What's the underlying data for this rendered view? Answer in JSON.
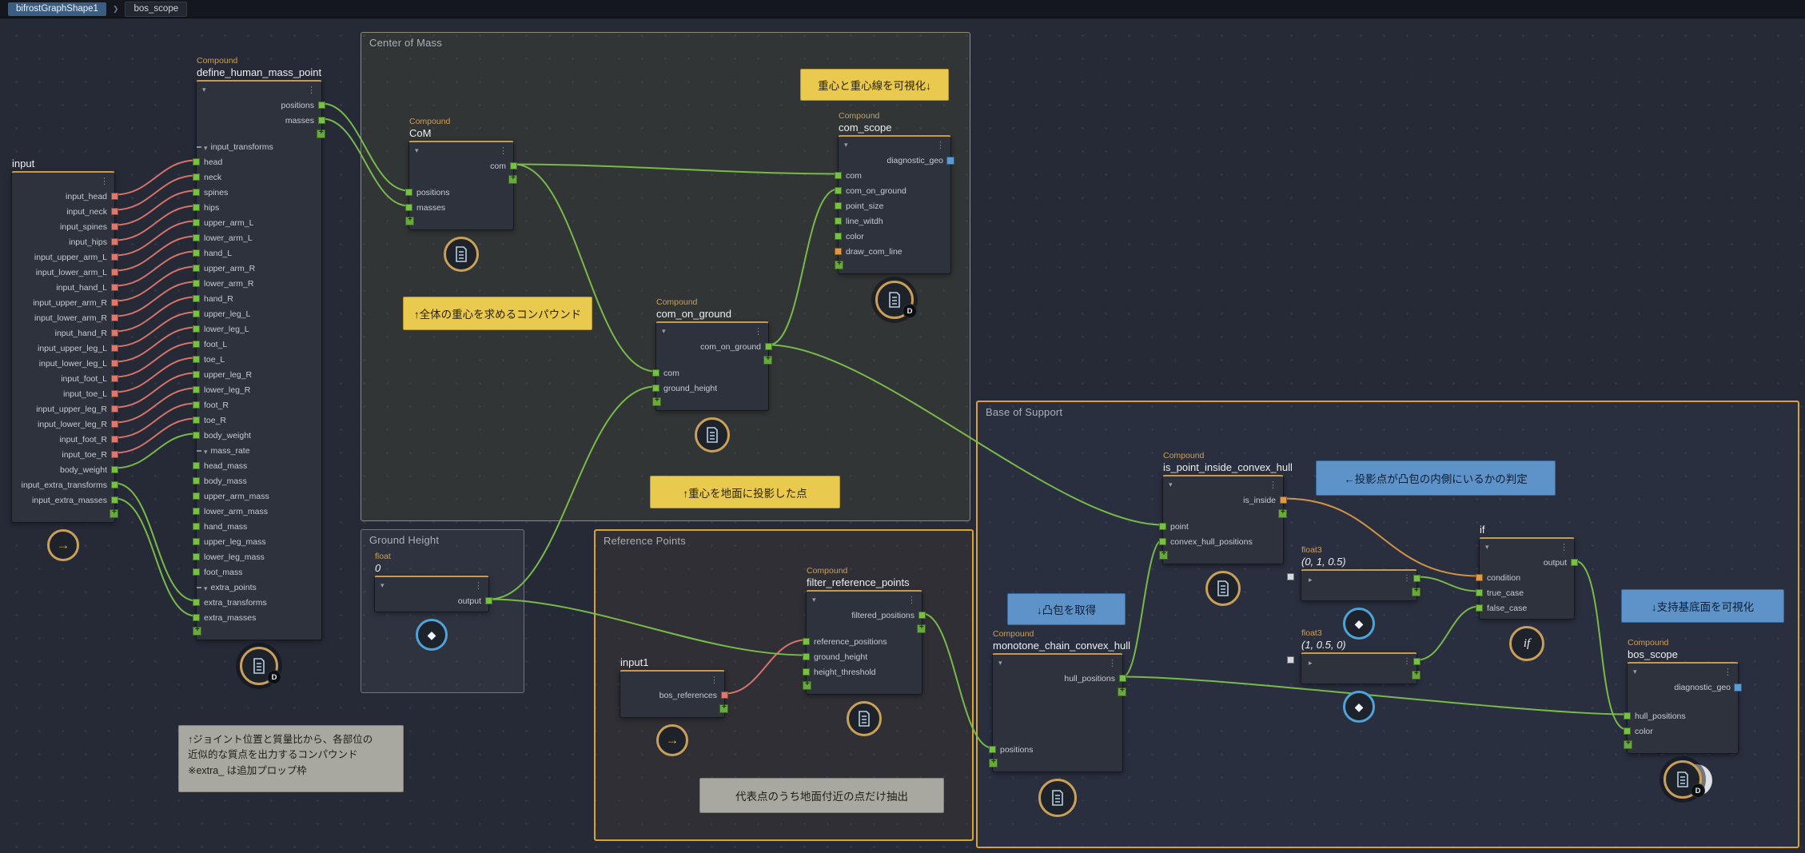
{
  "palette": {
    "background": "#262a37",
    "accent_gold": "#c9a05a",
    "wire_green": "#7cc24a",
    "wire_salmon": "#e0776b",
    "wire_orange": "#de9a44",
    "port_blue": "#5b9bd5",
    "group_border_yellow": "#d9a42a",
    "annotation_yellow": "#e9c94e",
    "annotation_blue": "#5e93c9",
    "annotation_gray": "#a8a8a1"
  },
  "breadcrumb": {
    "root": "bifrostGraphShape1",
    "separator": "❯",
    "current": "bos_scope"
  },
  "icons": {
    "kebab": "⋮",
    "caret_down": "▾",
    "caret_right": "▸",
    "input_arrow": "→",
    "diamond": "◆",
    "if_label": "if",
    "d_badge": "D",
    "plus": "+"
  },
  "groups": {
    "center_of_mass": {
      "title": "Center of Mass"
    },
    "ground_height": {
      "title": "Ground Height"
    },
    "reference_points": {
      "title": "Reference Points"
    },
    "base_of_support": {
      "title": "Base of Support"
    }
  },
  "annotations": {
    "visualize_com": {
      "text": "重心と重心線を可視化↓"
    },
    "com_compound": {
      "text": "↑全体の重心を求めるコンパウンド"
    },
    "com_projected": {
      "text": "↑重心を地面に投影した点"
    },
    "filter_note": {
      "text": "代表点のうち地面付近の点だけ抽出"
    },
    "inside_check": {
      "text": "←投影点が凸包の内側にいるかの判定"
    },
    "convex_hull": {
      "text": "↓凸包を取得"
    },
    "visualize_bos": {
      "text": "↓支持基底面を可視化"
    },
    "mass_note": {
      "lines": [
        "↑ジョイント位置と質量比から、各部位の",
        "近似的な質点を出力するコンパウンド",
        "※extra_ は追加プロップ枠"
      ]
    }
  },
  "nodes": {
    "input": {
      "name": "input",
      "ports": [
        {
          "label": "input_head",
          "kind": "out",
          "color": "salmon"
        },
        {
          "label": "input_neck",
          "kind": "out",
          "color": "salmon"
        },
        {
          "label": "input_spines",
          "kind": "out",
          "color": "salmon"
        },
        {
          "label": "input_hips",
          "kind": "out",
          "color": "salmon"
        },
        {
          "label": "input_upper_arm_L",
          "kind": "out",
          "color": "salmon"
        },
        {
          "label": "input_lower_arm_L",
          "kind": "out",
          "color": "salmon"
        },
        {
          "label": "input_hand_L",
          "kind": "out",
          "color": "salmon"
        },
        {
          "label": "input_upper_arm_R",
          "kind": "out",
          "color": "salmon"
        },
        {
          "label": "input_lower_arm_R",
          "kind": "out",
          "color": "salmon"
        },
        {
          "label": "input_hand_R",
          "kind": "out",
          "color": "salmon"
        },
        {
          "label": "input_upper_leg_L",
          "kind": "out",
          "color": "salmon"
        },
        {
          "label": "input_lower_leg_L",
          "kind": "out",
          "color": "salmon"
        },
        {
          "label": "input_foot_L",
          "kind": "out",
          "color": "salmon"
        },
        {
          "label": "input_toe_L",
          "kind": "out",
          "color": "salmon"
        },
        {
          "label": "input_upper_leg_R",
          "kind": "out",
          "color": "salmon"
        },
        {
          "label": "input_lower_leg_R",
          "kind": "out",
          "color": "salmon"
        },
        {
          "label": "input_foot_R",
          "kind": "out",
          "color": "salmon"
        },
        {
          "label": "input_toe_R",
          "kind": "out",
          "color": "salmon"
        },
        {
          "label": "body_weight",
          "kind": "out",
          "color": "green"
        },
        {
          "label": "input_extra_transforms",
          "kind": "out",
          "color": "green"
        },
        {
          "label": "input_extra_masses",
          "kind": "out",
          "color": "green"
        },
        {
          "label": "",
          "kind": "outplus",
          "color": "plus"
        }
      ]
    },
    "define": {
      "type": "Compound",
      "name": "define_human_mass_point",
      "ports": [
        {
          "label": "positions",
          "kind": "out",
          "color": "green"
        },
        {
          "label": "masses",
          "kind": "out",
          "color": "green"
        },
        {
          "label": "",
          "kind": "outplus",
          "color": "plus"
        },
        {
          "label": "input_transforms",
          "kind": "group",
          "color": "none"
        },
        {
          "label": "head",
          "kind": "in",
          "color": "green"
        },
        {
          "label": "neck",
          "kind": "in",
          "color": "green"
        },
        {
          "label": "spines",
          "kind": "in",
          "color": "green"
        },
        {
          "label": "hips",
          "kind": "in",
          "color": "green"
        },
        {
          "label": "upper_arm_L",
          "kind": "in",
          "color": "green"
        },
        {
          "label": "lower_arm_L",
          "kind": "in",
          "color": "green"
        },
        {
          "label": "hand_L",
          "kind": "in",
          "color": "green"
        },
        {
          "label": "upper_arm_R",
          "kind": "in",
          "color": "green"
        },
        {
          "label": "lower_arm_R",
          "kind": "in",
          "color": "green"
        },
        {
          "label": "hand_R",
          "kind": "in",
          "color": "green"
        },
        {
          "label": "upper_leg_L",
          "kind": "in",
          "color": "green"
        },
        {
          "label": "lower_leg_L",
          "kind": "in",
          "color": "green"
        },
        {
          "label": "foot_L",
          "kind": "in",
          "color": "green"
        },
        {
          "label": "toe_L",
          "kind": "in",
          "color": "green"
        },
        {
          "label": "upper_leg_R",
          "kind": "in",
          "color": "green"
        },
        {
          "label": "lower_leg_R",
          "kind": "in",
          "color": "green"
        },
        {
          "label": "foot_R",
          "kind": "in",
          "color": "green"
        },
        {
          "label": "toe_R",
          "kind": "in",
          "color": "green"
        },
        {
          "label": "body_weight",
          "kind": "in",
          "color": "green"
        },
        {
          "label": "mass_rate",
          "kind": "group",
          "color": "none"
        },
        {
          "label": "head_mass",
          "kind": "in",
          "color": "green"
        },
        {
          "label": "body_mass",
          "kind": "in",
          "color": "green"
        },
        {
          "label": "upper_arm_mass",
          "kind": "in",
          "color": "green"
        },
        {
          "label": "lower_arm_mass",
          "kind": "in",
          "color": "green"
        },
        {
          "label": "hand_mass",
          "kind": "in",
          "color": "green"
        },
        {
          "label": "upper_leg_mass",
          "kind": "in",
          "color": "green"
        },
        {
          "label": "lower_leg_mass",
          "kind": "in",
          "color": "green"
        },
        {
          "label": "foot_mass",
          "kind": "in",
          "color": "green"
        },
        {
          "label": "extra_points",
          "kind": "group",
          "color": "none"
        },
        {
          "label": "extra_transforms",
          "kind": "in",
          "color": "green"
        },
        {
          "label": "extra_masses",
          "kind": "in",
          "color": "green"
        },
        {
          "label": "",
          "kind": "inplus",
          "color": "plus"
        }
      ]
    },
    "com": {
      "type": "Compound",
      "name": "CoM",
      "ports": [
        {
          "label": "com",
          "kind": "out",
          "color": "green"
        },
        {
          "label": "",
          "kind": "outplus",
          "color": "plus"
        },
        {
          "label": "positions",
          "kind": "in",
          "color": "green"
        },
        {
          "label": "masses",
          "kind": "in",
          "color": "green"
        },
        {
          "label": "",
          "kind": "inplus",
          "color": "plus"
        }
      ]
    },
    "com_scope": {
      "type": "Compound",
      "name": "com_scope",
      "ports": [
        {
          "label": "diagnostic_geo",
          "kind": "out",
          "color": "bluefloat"
        },
        {
          "label": "com",
          "kind": "in",
          "color": "green"
        },
        {
          "label": "com_on_ground",
          "kind": "in",
          "color": "green"
        },
        {
          "label": "point_size",
          "kind": "in",
          "color": "green"
        },
        {
          "label": "line_witdh",
          "kind": "in",
          "color": "green"
        },
        {
          "label": "color",
          "kind": "in",
          "color": "green"
        },
        {
          "label": "draw_com_line",
          "kind": "in",
          "color": "orange"
        },
        {
          "label": "",
          "kind": "inplus",
          "color": "plus"
        }
      ]
    },
    "com_on_ground": {
      "type": "Compound",
      "name": "com_on_ground",
      "ports": [
        {
          "label": "com_on_ground",
          "kind": "out",
          "color": "green"
        },
        {
          "label": "",
          "kind": "outplus",
          "color": "plus"
        },
        {
          "label": "com",
          "kind": "in",
          "color": "green"
        },
        {
          "label": "ground_height",
          "kind": "in",
          "color": "green"
        },
        {
          "label": "",
          "kind": "inplus",
          "color": "plus"
        }
      ]
    },
    "ground_float": {
      "type": "float",
      "name": "0",
      "ports": [
        {
          "label": "output",
          "kind": "out",
          "color": "green"
        }
      ]
    },
    "filter": {
      "type": "Compound",
      "name": "filter_reference_points",
      "ports": [
        {
          "label": "filtered_positions",
          "kind": "out",
          "color": "green"
        },
        {
          "label": "",
          "kind": "outplus",
          "color": "plus"
        },
        {
          "label": "reference_positions",
          "kind": "in",
          "color": "green"
        },
        {
          "label": "ground_height",
          "kind": "in",
          "color": "green"
        },
        {
          "label": "height_threshold",
          "kind": "in",
          "color": "green"
        },
        {
          "label": "",
          "kind": "inplus",
          "color": "plus"
        }
      ]
    },
    "input1": {
      "name": "input1",
      "ports": [
        {
          "label": "bos_references",
          "kind": "out",
          "color": "salmon"
        },
        {
          "label": "",
          "kind": "outplus",
          "color": "plus"
        }
      ]
    },
    "is_point": {
      "type": "Compound",
      "name": "is_point_inside_convex_hull",
      "ports": [
        {
          "label": "is_inside",
          "kind": "out",
          "color": "orange"
        },
        {
          "label": "",
          "kind": "outplus",
          "color": "plus"
        },
        {
          "label": "point",
          "kind": "in",
          "color": "green"
        },
        {
          "label": "convex_hull_positions",
          "kind": "in",
          "color": "green"
        },
        {
          "label": "",
          "kind": "inplus",
          "color": "plus"
        }
      ]
    },
    "if_node": {
      "name": "if",
      "ports": [
        {
          "label": "output",
          "kind": "out",
          "color": "green"
        },
        {
          "label": "condition",
          "kind": "in",
          "color": "orange"
        },
        {
          "label": "true_case",
          "kind": "in",
          "color": "green"
        },
        {
          "label": "false_case",
          "kind": "in",
          "color": "green"
        }
      ]
    },
    "float3_a": {
      "type": "float3",
      "name": "(0, 1, 0.5)",
      "ports": [
        {
          "label": "",
          "kind": "collapsed",
          "color": "green"
        },
        {
          "label": "",
          "kind": "outplus",
          "color": "plus"
        }
      ]
    },
    "float3_b": {
      "type": "float3",
      "name": "(1, 0.5, 0)",
      "ports": [
        {
          "label": "",
          "kind": "collapsed",
          "color": "green"
        },
        {
          "label": "",
          "kind": "outplus",
          "color": "plus"
        }
      ]
    },
    "monotone": {
      "type": "Compound",
      "name": "monotone_chain_convex_hull",
      "ports": [
        {
          "label": "hull_positions",
          "kind": "out",
          "color": "green"
        },
        {
          "label": "",
          "kind": "outplus",
          "color": "plus"
        },
        {
          "label": "",
          "kind": "spacer-lg",
          "color": "none"
        },
        {
          "label": "positions",
          "kind": "in",
          "color": "green"
        },
        {
          "label": "",
          "kind": "inplus",
          "color": "plus"
        }
      ]
    },
    "bos_scope": {
      "type": "Compound",
      "name": "bos_scope",
      "ports": [
        {
          "label": "diagnostic_geo",
          "kind": "out",
          "color": "bluefloat"
        },
        {
          "label": "",
          "kind": "spacer-sm",
          "color": "none"
        },
        {
          "label": "hull_positions",
          "kind": "in",
          "color": "green"
        },
        {
          "label": "color",
          "kind": "in",
          "color": "green"
        },
        {
          "label": "",
          "kind": "inplus",
          "color": "plus"
        }
      ]
    }
  }
}
